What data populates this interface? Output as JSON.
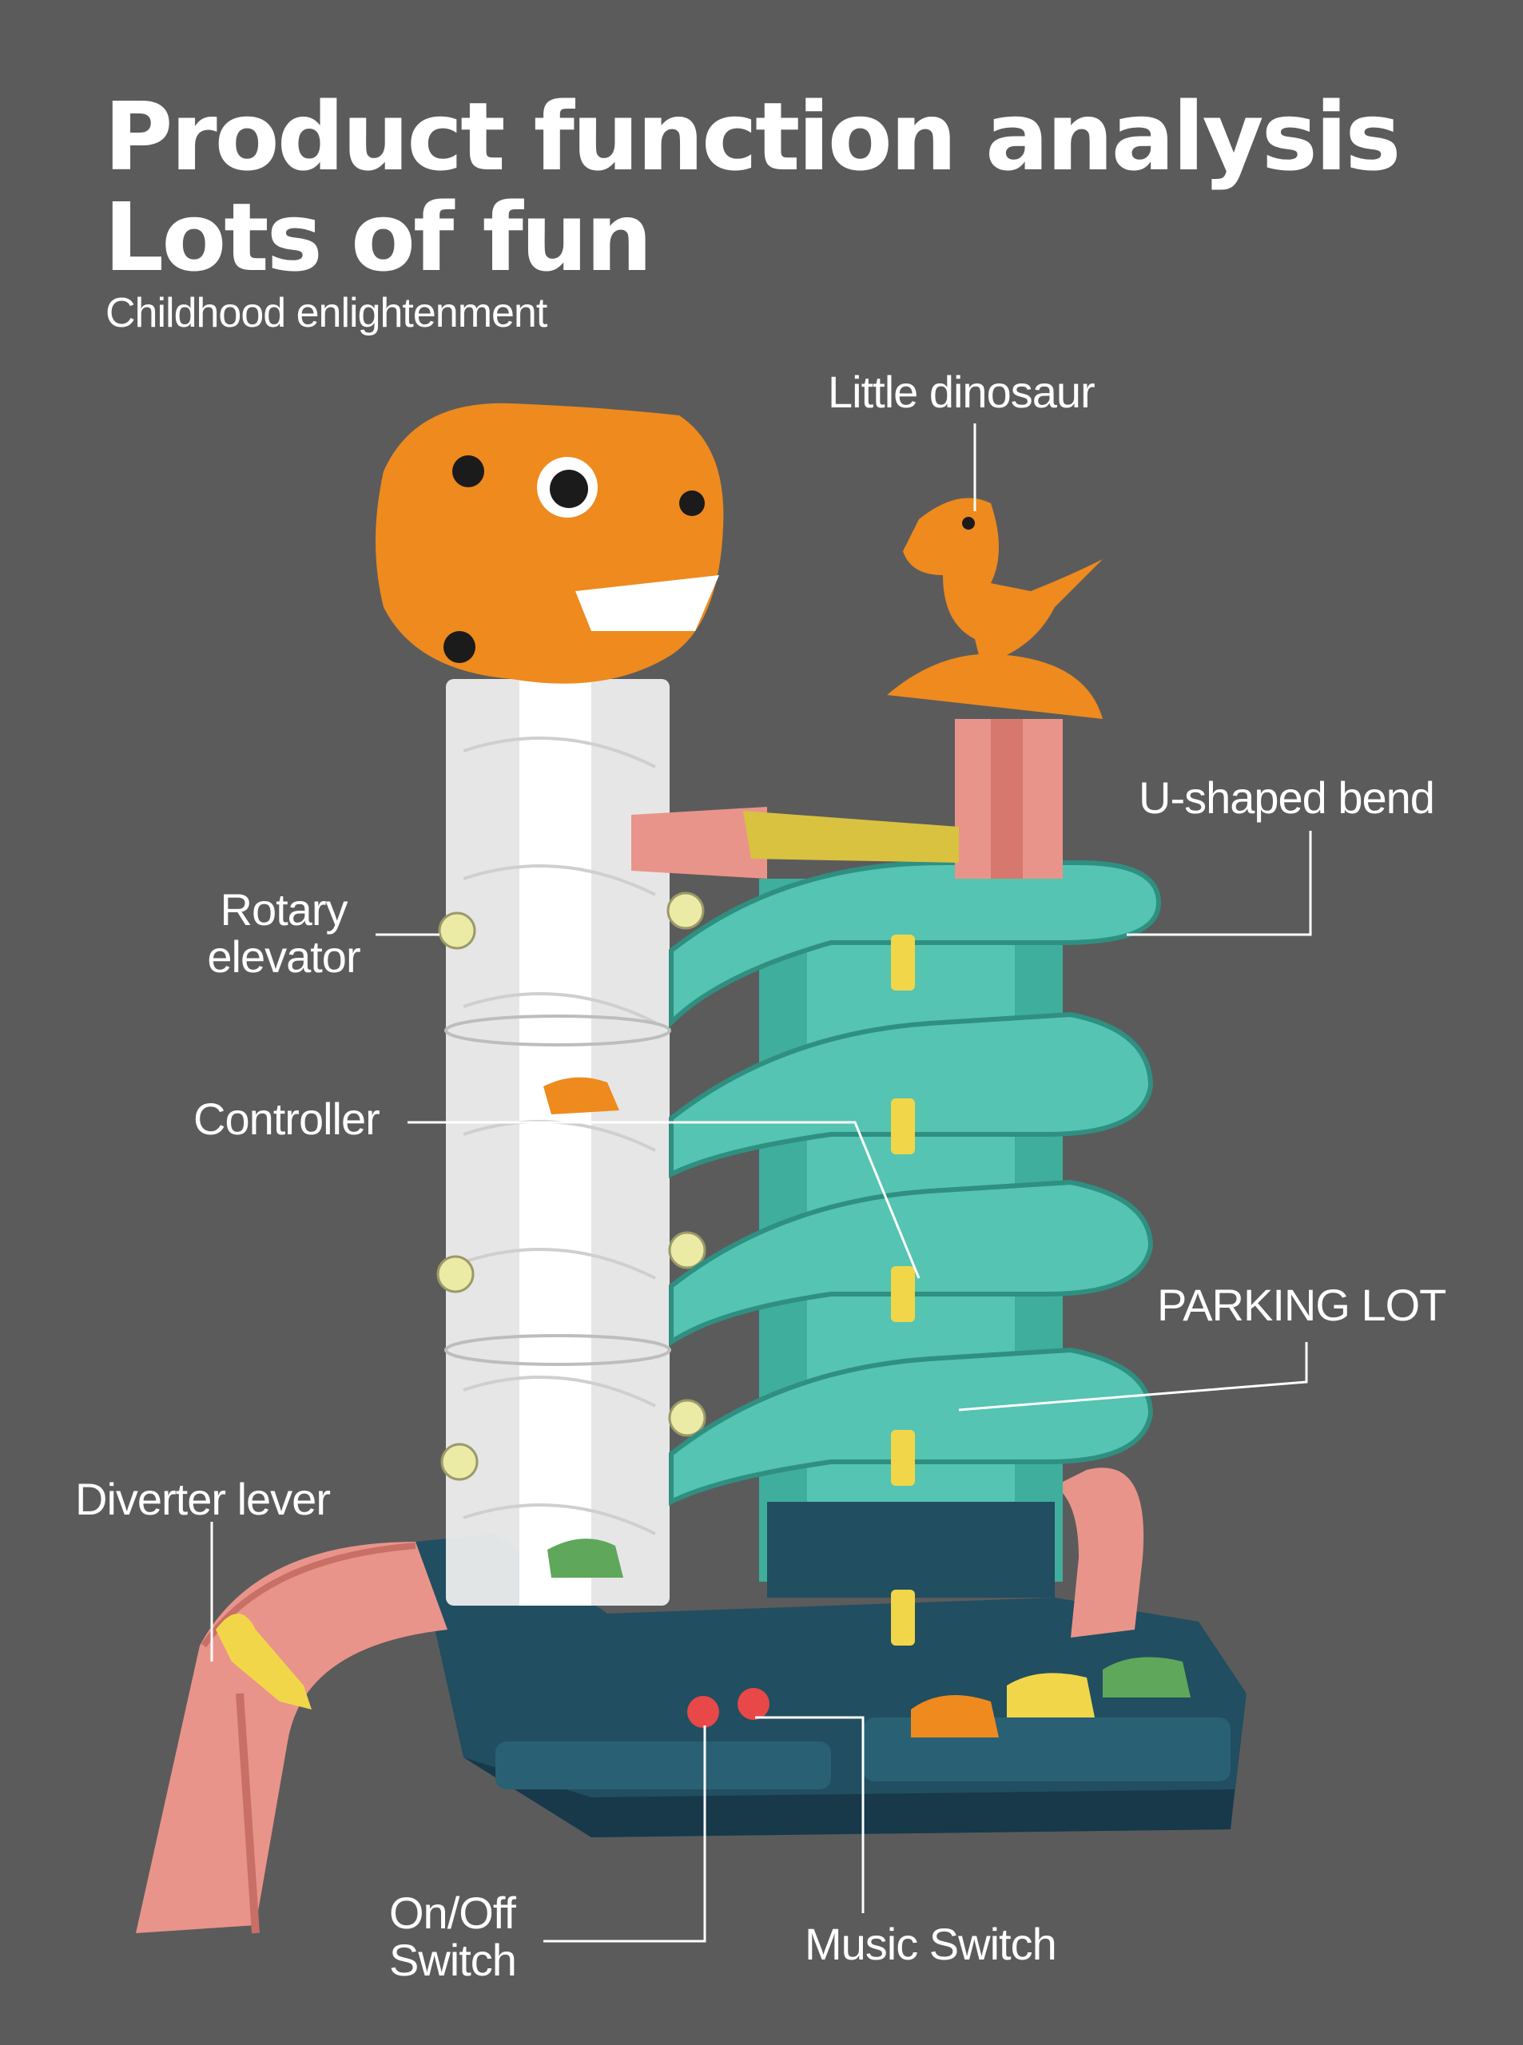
{
  "header": {
    "title_line1": "Product function analysis",
    "title_line2": "Lots of fun",
    "subtitle": "Childhood enlightenment"
  },
  "labels": {
    "little_dinosaur": "Little dinosaur",
    "u_shaped_bend": "U-shaped bend",
    "rotary_elevator_1": "Rotary",
    "rotary_elevator_2": "elevator",
    "controller": "Controller",
    "parking_lot": "PARKING LOT",
    "diverter_lever": "Diverter lever",
    "on_off_1": "On/Off",
    "on_off_2": "Switch",
    "music_switch": "Music Switch"
  },
  "colors": {
    "background": "#5b5b5b",
    "dino_orange": "#ee8a1e",
    "teal_ramp": "#55c4b2",
    "base_navy": "#214e60",
    "pink_ramp": "#e9948a",
    "yellow_lever": "#f1d64a",
    "tube": "#f2f2f2"
  }
}
